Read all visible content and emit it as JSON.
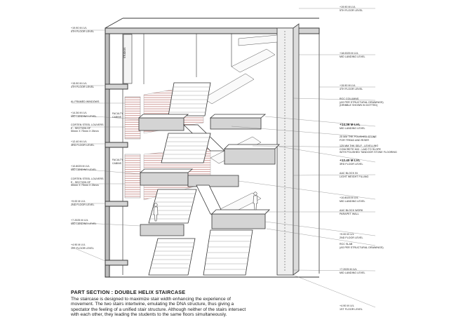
{
  "left_annotations": {
    "l01": {
      "level": "+19.90 M LVL",
      "name": "5TH FLOOR LEVEL"
    },
    "l02": {
      "level": "+15.90 M LVL",
      "name": "4TH FLOOR LEVEL"
    },
    "l03": {
      "line1": "AL FRAMED WINDOWS"
    },
    "l04": {
      "level": "+14.36 M LVL",
      "name": "MID LANDING LEVEL"
    },
    "l05": {
      "line1": "CORTEN STEEL LOUVERS",
      "line2": "E - SECTION OF",
      "line3": "50mm X 75mm X 25mm"
    },
    "l06": {
      "level": "+12.40 M LVL",
      "name": "3RD FLOOR LEVEL"
    },
    "l07": {
      "level": "+10.8025 M LVL",
      "name": "MID LANDING LEVEL"
    },
    "l08": {
      "line1": "CORTEN STEEL LOUVERS",
      "line2": "E - SECTION OF",
      "line3": "50mm X 75mm X 25mm"
    },
    "l09": {
      "level": "+9.00 M LVL",
      "name": "2ND FLOOR LEVEL"
    },
    "l10": {
      "level": "+7.2025 M LVL",
      "name": "MID LANDING LEVEL"
    },
    "l11": {
      "level": "+4.90 M LVL",
      "name": "1ST FLOOR LEVEL"
    }
  },
  "right_annotations": {
    "r01": {
      "level": "+19.90 M LVL",
      "name": "5TH FLOOR LEVEL"
    },
    "r02": {
      "level": "+18.0025 M LVL",
      "name": "MID LANDING LEVEL"
    },
    "r03": {
      "level": "+15.90 M LVL",
      "name": "4TH FLOOR LEVEL"
    },
    "r04": {
      "line1": "RCC COLUMNS",
      "line2": "(AS PER STRUCTURAL DRAWINGS)",
      "line3": "(DRIBBLE SHOWN IN DOTTED)"
    },
    "r05": {
      "level": "+14.36 M LVL",
      "name": "MID LANDING LEVEL"
    },
    "r06": {
      "line1": "25 MM THK POLISHED STONE",
      "line2": "FOR TREAD AND RISER"
    },
    "r07": {
      "line1": "125 MM THK SELF - LEVELLING",
      "line2": "CONCRETE MIX - LAID TO SLOPE",
      "line3": "WITH POLISHED TANDOOR STONE FLOORING"
    },
    "r08": {
      "level": "+12.40 M LVL",
      "name": "3RD FLOOR LEVEL"
    },
    "r09": {
      "line1": "AAC BLOCK IN",
      "line2": "LIGHT WEIGHT FILLING"
    },
    "r10": {
      "level": "+10.8025 M LVL",
      "name": "MID LANDING LEVEL"
    },
    "r11": {
      "line1": "AAC BLOCK WORK",
      "line2": "PARAPET WALL"
    },
    "r12": {
      "level": "+9.00 M LVL",
      "name": "2ND FLOOR LEVEL"
    },
    "r13": {
      "line1": "RCC SLAB",
      "line2": "(AS PER STRUCTURAL DRAWINGS)"
    },
    "r14": {
      "level": "+7.2025 M LVL",
      "name": "MID LANDING LEVEL"
    },
    "r15": {
      "level": "+4.90 M LVL",
      "name": "1ST FLOOR LEVEL"
    }
  },
  "inner_labels": {
    "studios": "STUDIOS",
    "cabin_upper_1": "FACULTY",
    "cabin_upper_2": "CABINS",
    "cabin_lower_1": "FACULTY",
    "cabin_lower_2": "CABINS"
  },
  "caption": {
    "title": "PART SECTION : DOUBLE HELIX STAIRCASE",
    "body_lines": [
      "The staircase is designed to maximize stair width enhancing the experience of",
      "movement. The two stairs intertwine, emulating the DNA structure, thus giving a",
      "spectator the feeling of a unified stair structure. Although neither of the stairs intersect",
      "with each other, they leading the students to the same floors simultaneously."
    ]
  },
  "colors": {
    "line": "#3a3a3a",
    "louver": "#c98f8a",
    "slab_fill": "#d4d4d4",
    "column_fill": "#efefef",
    "paper": "#ffffff"
  }
}
